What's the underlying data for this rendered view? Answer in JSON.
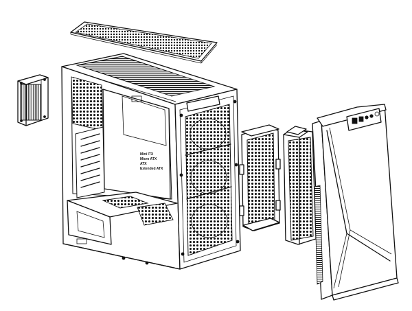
{
  "diagram": {
    "motherboard_labels": [
      "Mini ITX",
      "Micro ATX",
      "ATX",
      "Extended ATX"
    ],
    "parts": [
      {
        "id": "top-dust-filter",
        "icon": "mesh-panel-icon"
      },
      {
        "id": "rear-radiator-120mm",
        "icon": "radiator-icon"
      },
      {
        "id": "chassis",
        "icon": "case-frame-icon"
      },
      {
        "id": "front-radiator-360mm",
        "icon": "radiator-icon"
      },
      {
        "id": "front-radiator-280mm",
        "icon": "radiator-icon"
      },
      {
        "id": "front-panel",
        "icon": "front-panel-icon"
      }
    ]
  }
}
